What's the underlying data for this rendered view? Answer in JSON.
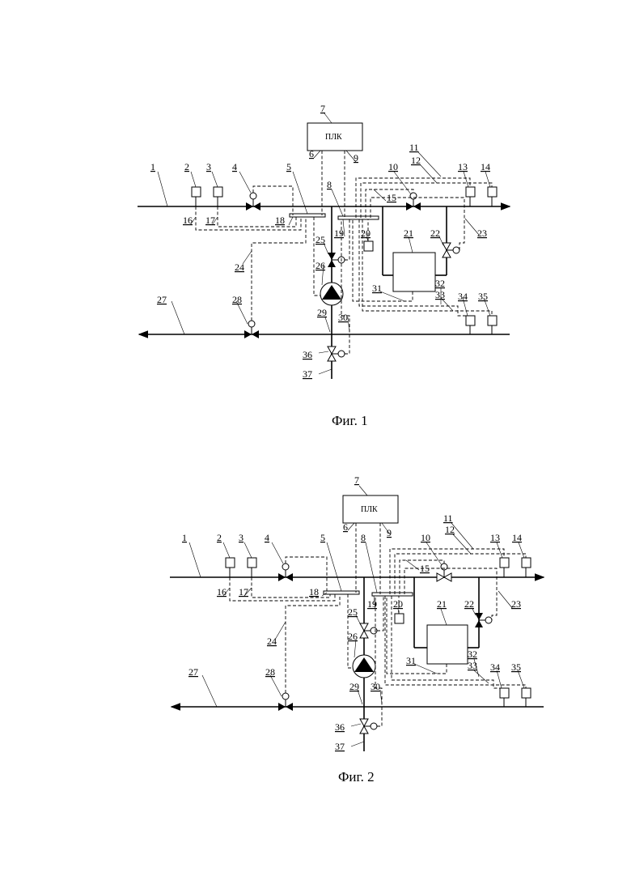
{
  "figures": [
    {
      "caption": "Фиг. 1",
      "controller_label": "ПЛК",
      "pipe_labels": {
        "supply": "1",
        "return": "27",
        "drain": "37"
      },
      "callouts": [
        "1",
        "2",
        "3",
        "4",
        "5",
        "6",
        "7",
        "8",
        "9",
        "10",
        "11",
        "12",
        "13",
        "14",
        "15",
        "16",
        "17",
        "18",
        "19",
        "20",
        "21",
        "22",
        "23",
        "24",
        "25",
        "26",
        "27",
        "28",
        "29",
        "30",
        "31",
        "32",
        "33",
        "34",
        "35",
        "36",
        "37"
      ]
    },
    {
      "caption": "Фиг. 2",
      "controller_label": "ПЛК",
      "pipe_labels": {
        "supply": "1",
        "return": "27",
        "drain": "37"
      },
      "callouts": [
        "1",
        "2",
        "3",
        "4",
        "5",
        "6",
        "7",
        "8",
        "9",
        "10",
        "11",
        "12",
        "13",
        "14",
        "15",
        "16",
        "17",
        "18",
        "19",
        "20",
        "21",
        "22",
        "23",
        "24",
        "25",
        "26",
        "27",
        "28",
        "29",
        "30",
        "31",
        "32",
        "33",
        "34",
        "35",
        "36",
        "37"
      ]
    }
  ]
}
